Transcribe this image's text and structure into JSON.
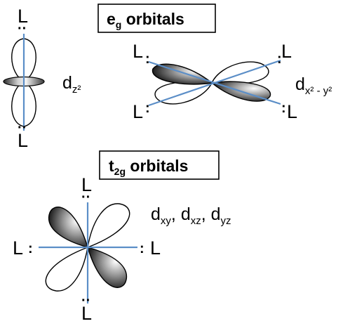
{
  "eg": {
    "title_main": "e",
    "title_sub": "g",
    "title_rest": " orbitals",
    "dz2": {
      "d": "d",
      "sub": "z²"
    },
    "dx2y2": {
      "d": "d",
      "sub": "x² - y²"
    }
  },
  "t2g": {
    "title_main": "t",
    "title_sub": "2g",
    "title_rest": " orbitals",
    "d1": "d",
    "s1": "xy",
    "c1": ", ",
    "d2": "d",
    "s2": "xz",
    "c2": ", ",
    "d3": "d",
    "s3": "yz"
  },
  "ligand": {
    "symbol": "L",
    "pair": ":",
    "pair_h": "··"
  },
  "colors": {
    "axis": "#5b8ec7",
    "lobe_dark": "#1a1a1a",
    "lobe_light": "#ffffff"
  }
}
